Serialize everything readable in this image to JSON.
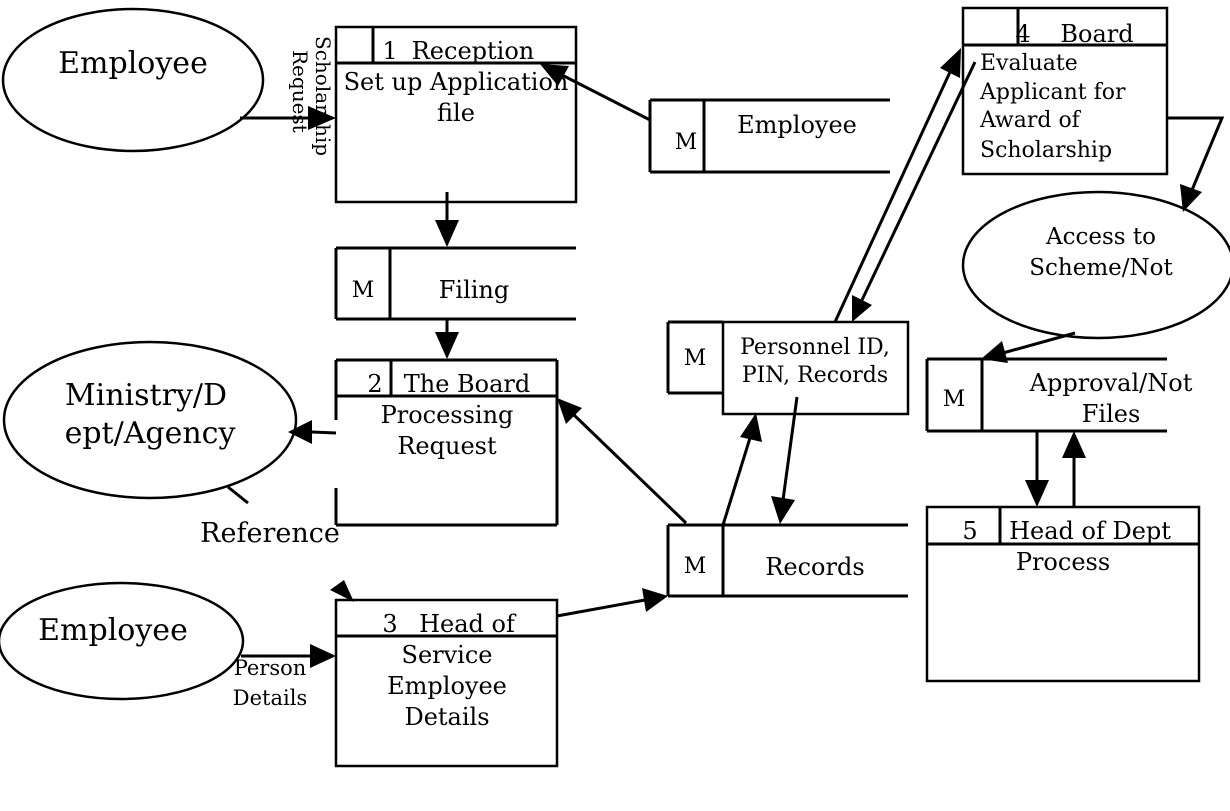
{
  "external_entities": {
    "employee_top": "Employee",
    "ministry": [
      "Ministry/D",
      "ept/Agency"
    ],
    "employee_bottom": "Employee"
  },
  "processes": {
    "p1": {
      "number": "1",
      "owner": "Reception",
      "text": [
        "Set up Application",
        "file"
      ]
    },
    "p2": {
      "number": "2",
      "owner": "The Board",
      "text": [
        "Processing",
        "Request"
      ]
    },
    "p3": {
      "number": "3",
      "owner": "Head of",
      "text": [
        "Service",
        "Employee",
        "Details"
      ]
    },
    "p4": {
      "number": "4",
      "owner": "Board",
      "text": [
        "Evaluate",
        "Applicant for",
        "Award of",
        "Scholarship"
      ]
    },
    "p5": {
      "number": "5",
      "owner": "Head of Dept",
      "text": [
        "Process"
      ]
    }
  },
  "data_stores": {
    "employee": {
      "id": "M",
      "name": [
        "Employee"
      ]
    },
    "filing": {
      "id": "M",
      "name": [
        "Filing"
      ]
    },
    "personnel": {
      "id": "M",
      "name": [
        "Personnel ID,",
        "PIN, Records"
      ]
    },
    "records": {
      "id": "M",
      "name": [
        "Records"
      ]
    },
    "approval": {
      "id": "M",
      "name": [
        "Approval/Not",
        "Files"
      ]
    }
  },
  "decision": [
    "Access to",
    "Scheme/Not"
  ],
  "flow_labels": {
    "scholarship_request": [
      "Scholarship",
      "Request"
    ],
    "reference": "Reference",
    "person_details": [
      "Person",
      "Details"
    ]
  }
}
